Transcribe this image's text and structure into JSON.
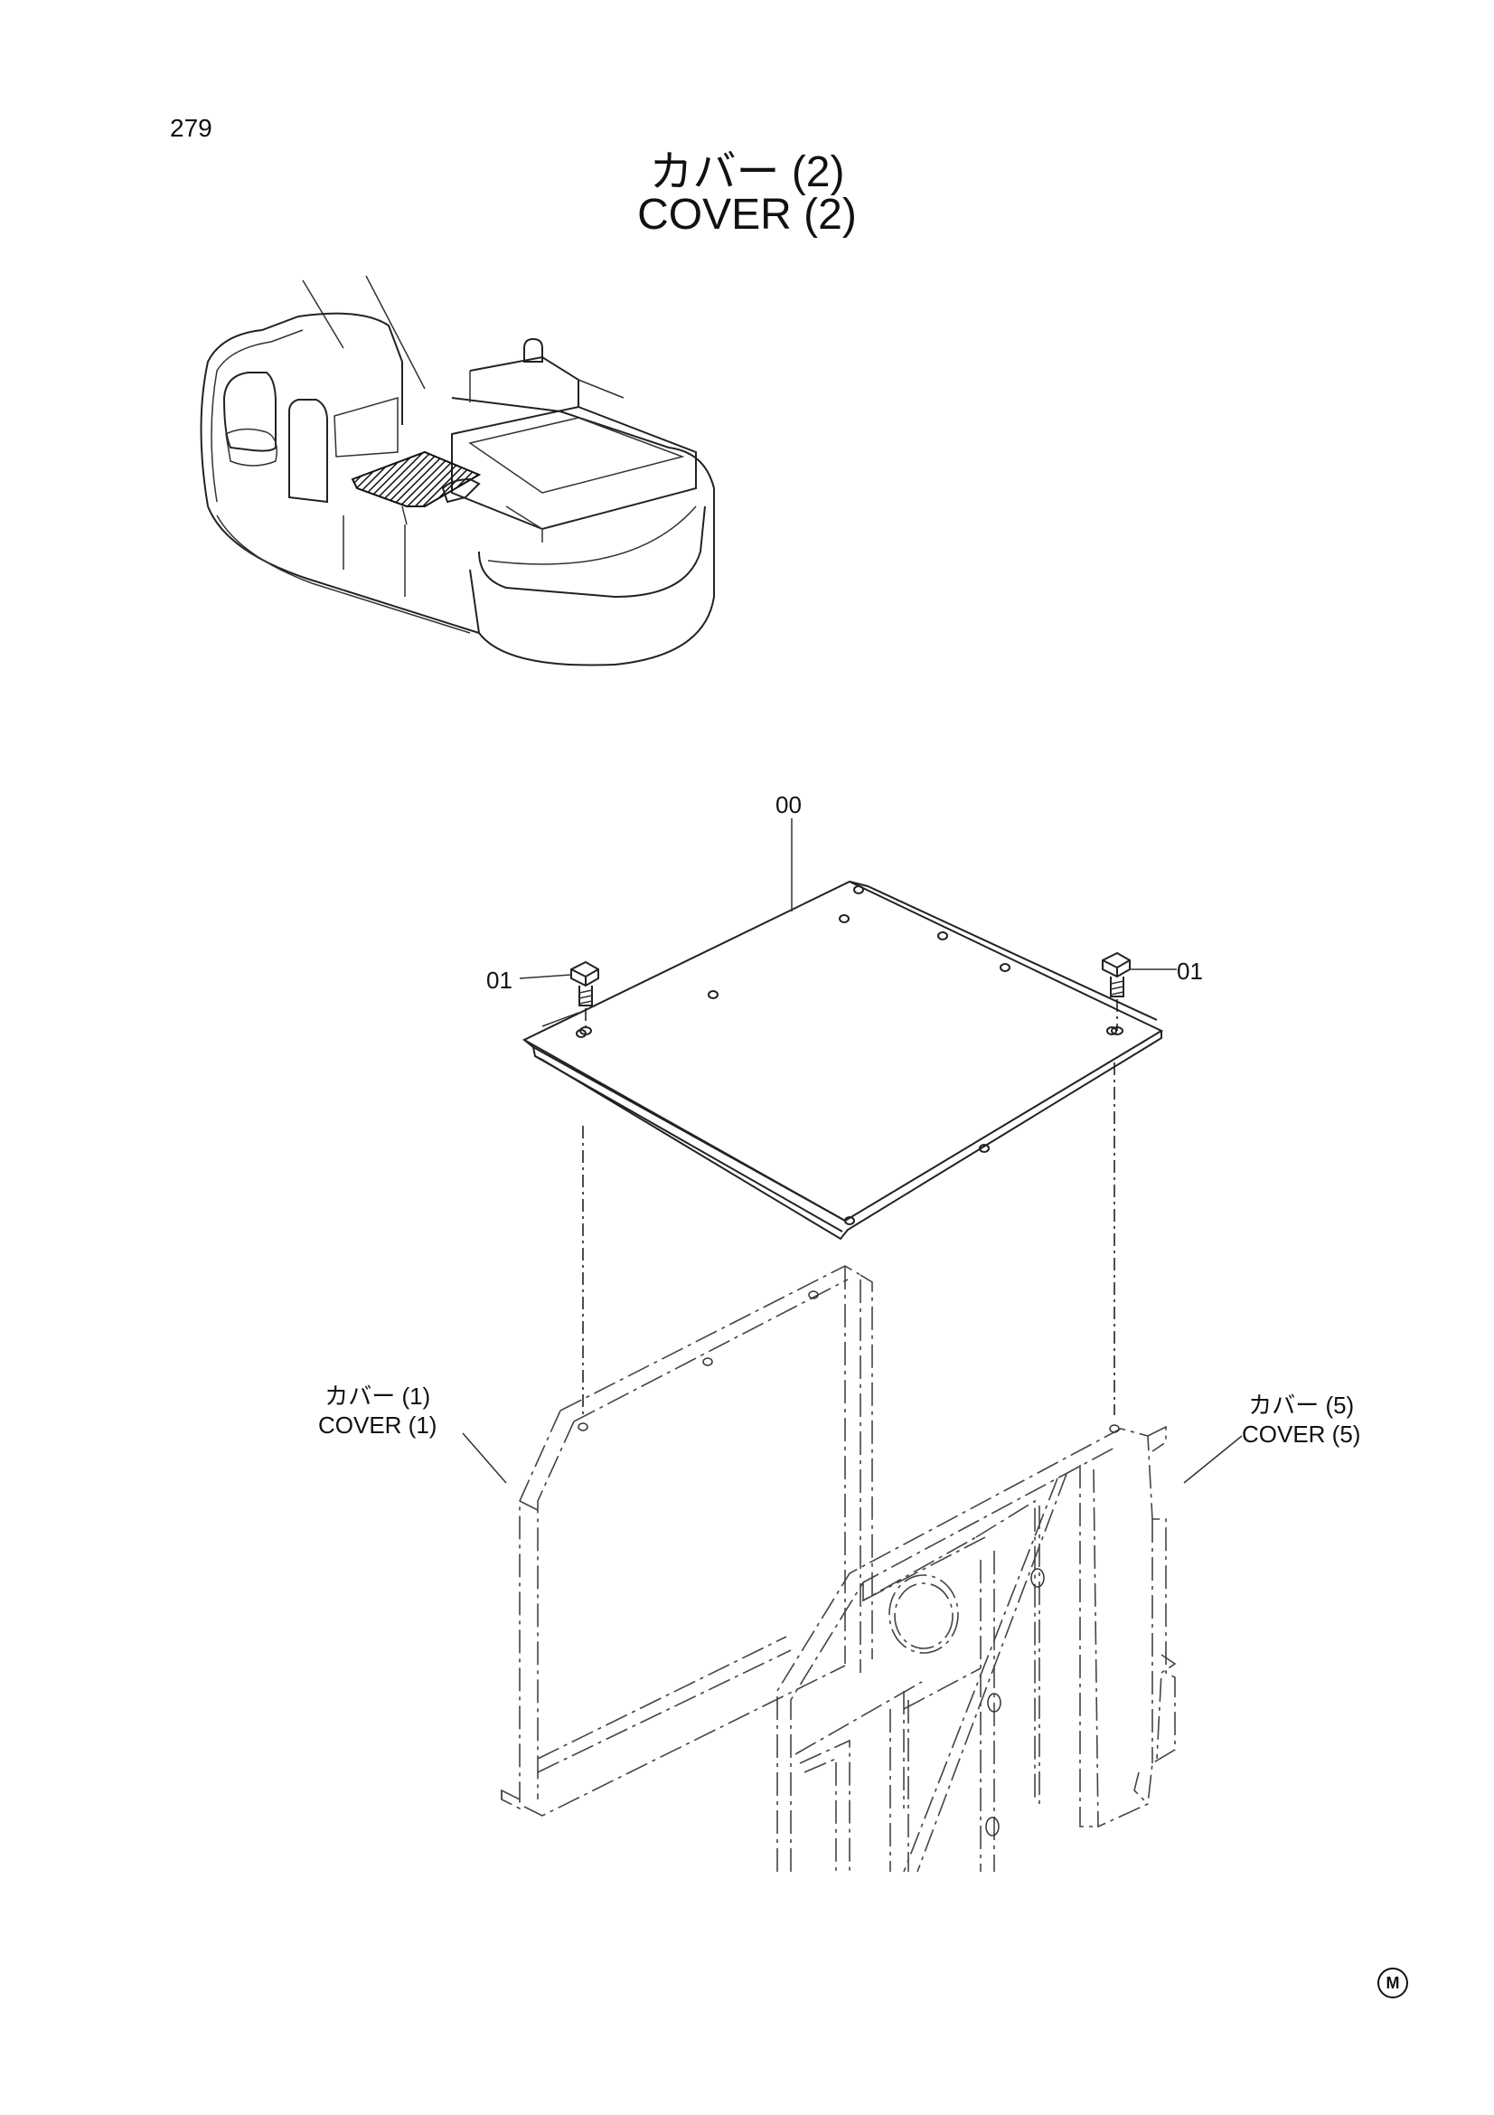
{
  "page": {
    "number": "279",
    "title_jp": "カバー (2)",
    "title_en": "COVER (2)"
  },
  "callouts": {
    "part_00": "00",
    "part_01_left": "01",
    "part_01_right": "01",
    "cover1_jp": "カバー (1)",
    "cover1_en": "COVER (1)",
    "cover5_jp": "カバー (5)",
    "cover5_en": "COVER (5)"
  },
  "mark": "M",
  "colors": {
    "line": "#222222",
    "background": "#ffffff"
  }
}
